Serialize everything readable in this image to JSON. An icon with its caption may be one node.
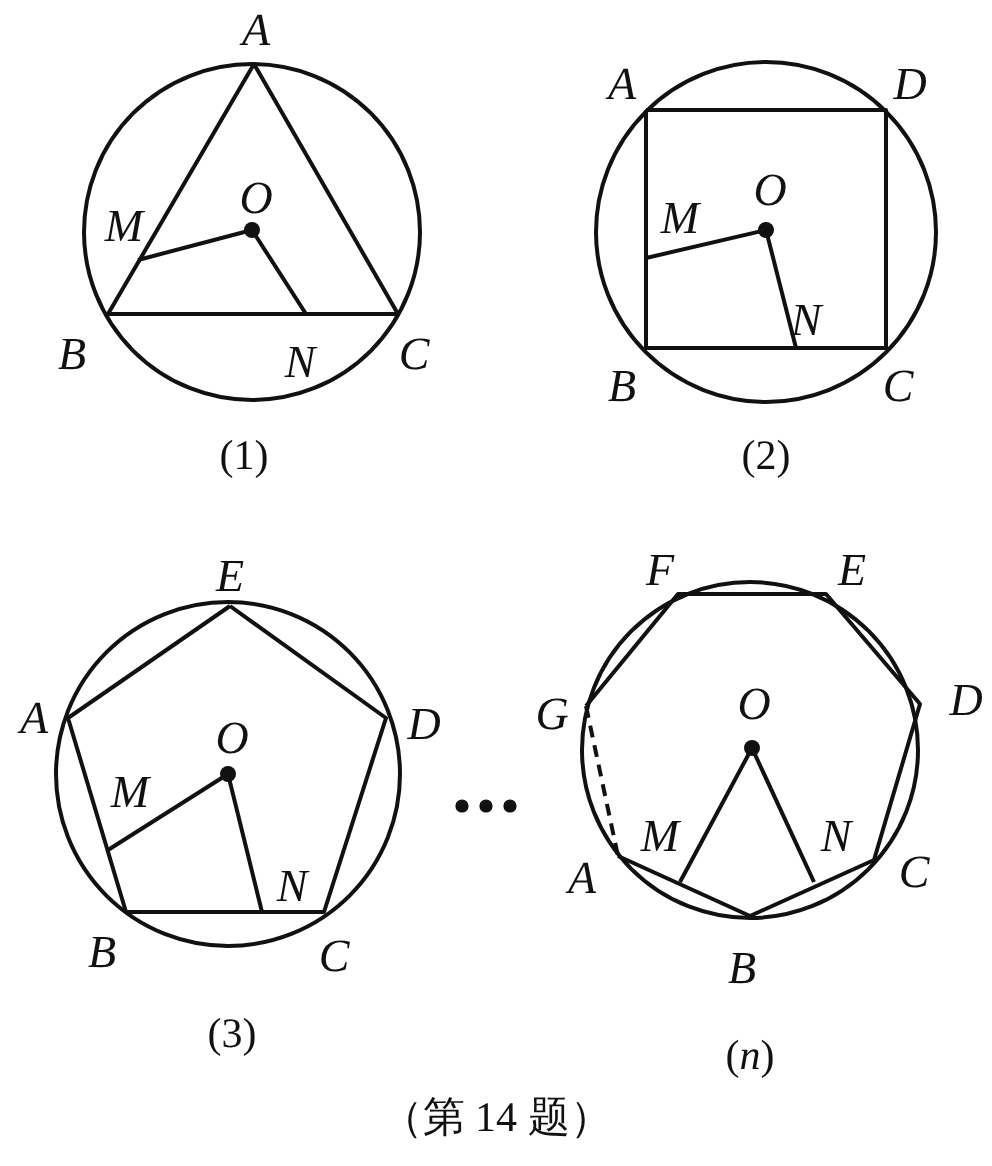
{
  "diagram": {
    "caption": "（第 14 题）",
    "labels": [
      "A",
      "M",
      "O",
      "B",
      "N",
      "C",
      "(1)",
      "A",
      "D",
      "M",
      "O",
      "N",
      "B",
      "C",
      "(2)",
      "E",
      "A",
      "D",
      "M",
      "O",
      "N",
      "B",
      "C",
      "(3)",
      "F",
      "E",
      "G",
      "O",
      "D",
      "M",
      "N",
      "A",
      "C",
      "B",
      "(*n*)"
    ]
  }
}
